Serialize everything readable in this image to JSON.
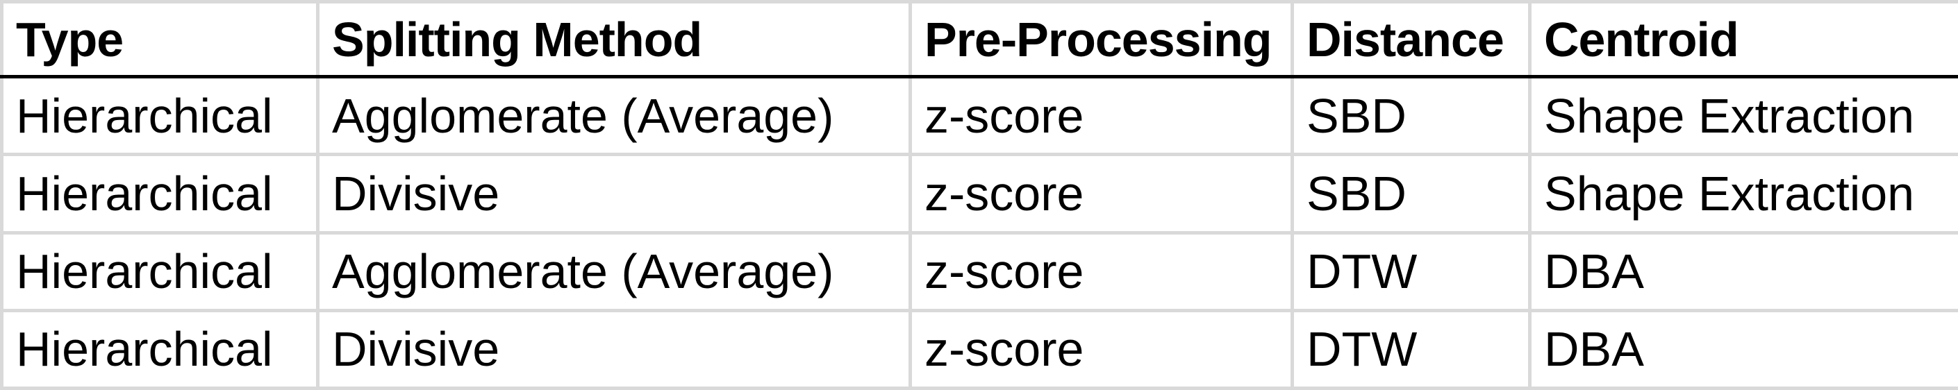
{
  "table": {
    "headers": [
      "Type",
      "Splitting Method",
      "Pre-Processing",
      "Distance",
      "Centroid"
    ],
    "rows": [
      [
        "Hierarchical",
        "Agglomerate (Average)",
        "z-score",
        "SBD",
        "Shape Extraction"
      ],
      [
        "Hierarchical",
        "Divisive",
        "z-score",
        "SBD",
        "Shape Extraction"
      ],
      [
        "Hierarchical",
        "Agglomerate (Average)",
        "z-score",
        "DTW",
        "DBA"
      ],
      [
        "Hierarchical",
        "Divisive",
        "z-score",
        "DTW",
        "DBA"
      ]
    ]
  },
  "colors": {
    "grid": "#d9d9d9",
    "header_rule": "#000000",
    "text": "#000000",
    "background": "#ffffff"
  }
}
